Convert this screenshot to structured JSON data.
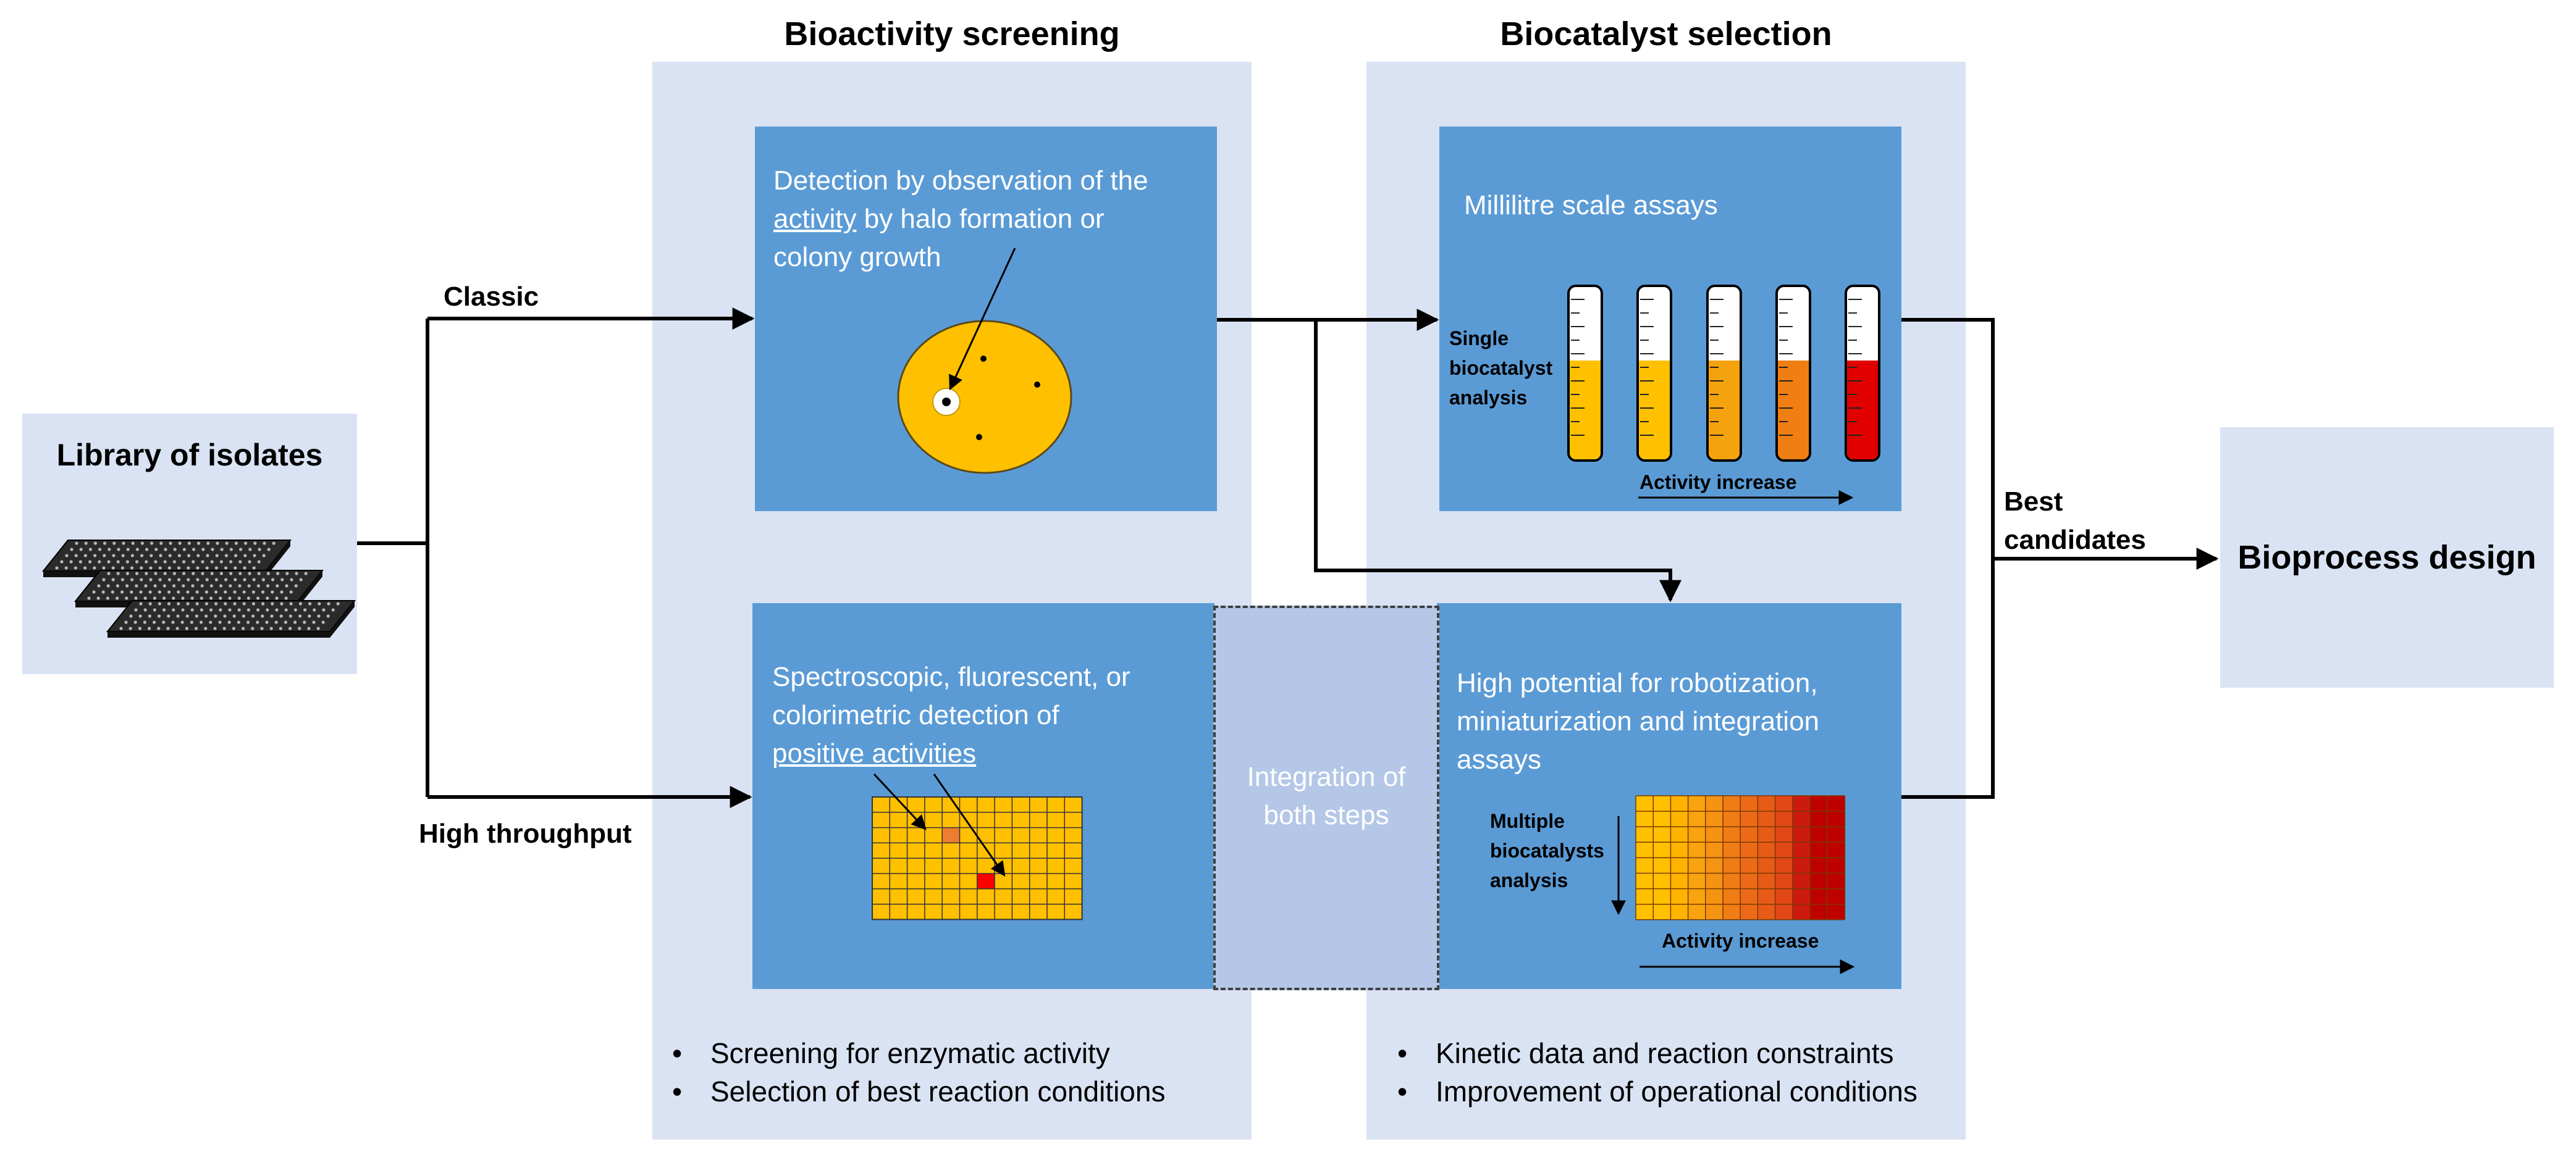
{
  "library": {
    "title": "Library of isolates",
    "icon": "microplate-stack-icon"
  },
  "bioactivity": {
    "heading": "Bioactivity screening",
    "classic_card": {
      "text_line1": "Detection by observation of the",
      "text_underlined": "activity",
      "text_after_underline": " by halo formation or",
      "text_line3": "colony growth",
      "icon": "petri-dish-icon"
    },
    "ht_card": {
      "text_line1": "Spectroscopic, fluorescent, or",
      "text_line2": "colorimetric detection of",
      "text_underlined": "positive activities",
      "icon": "microplate-grid-icon"
    },
    "bullets": [
      "Screening for enzymatic activity",
      "Selection of best reaction conditions"
    ]
  },
  "integration": {
    "line1": "Integration of",
    "line2": "both steps"
  },
  "biocatalyst": {
    "heading": "Biocatalyst selection",
    "millilitre_card": {
      "title": "Millilitre scale assays",
      "side_label": [
        "Single",
        "biocatalyst",
        "analysis"
      ],
      "axis_label": "Activity increase",
      "icon": "test-tubes-icon",
      "tube_fills": [
        "#ffc000",
        "#ffc000",
        "#f4a20d",
        "#ef7f12",
        "#e00000"
      ]
    },
    "robot_card": {
      "text_line1": "High potential for robotization,",
      "text_line2": "miniaturization and integration",
      "text_line3": "assays",
      "side_label": [
        "Multiple",
        "biocatalysts",
        "analysis"
      ],
      "axis_label": "Activity increase",
      "icon": "gradient-plate-icon"
    },
    "bullets": [
      "Kinetic data and reaction constraints",
      "Improvement of operational conditions"
    ]
  },
  "labels": {
    "classic": "Classic",
    "high_throughput": "High throughput",
    "best_candidates": [
      "Best",
      "candidates"
    ]
  },
  "bioprocess": {
    "title": "Bioprocess design"
  },
  "colors": {
    "panel": "#dae3f3",
    "card": "#5b9bd5",
    "integration": "#b4c7e7",
    "plate_yellow": "#ffc000",
    "hit_orange": "#ed7d31",
    "hit_red": "#ff0000"
  }
}
